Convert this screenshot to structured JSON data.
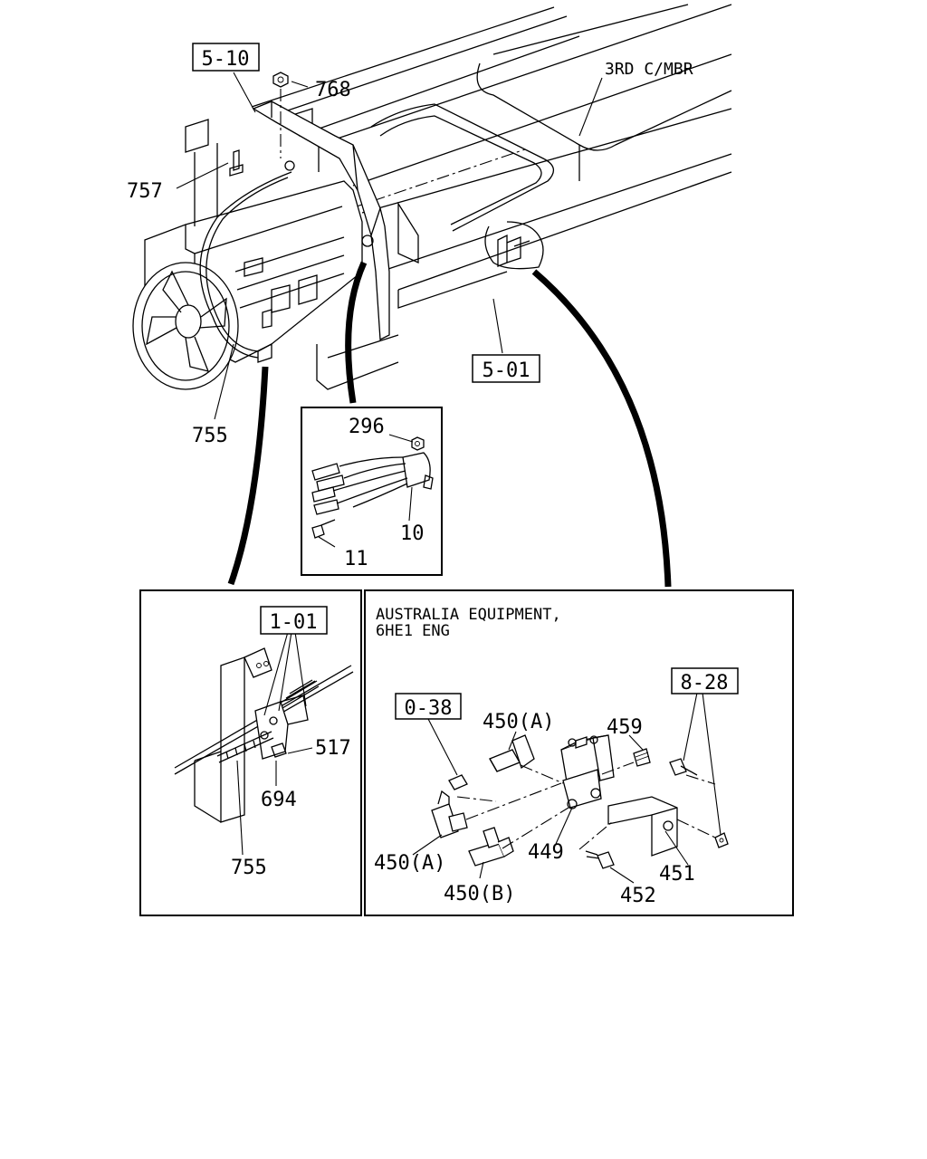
{
  "callouts": {
    "ref_5_10": "5-10",
    "ref_5_01": "5-01",
    "ref_1_01": "1-01",
    "ref_0_38": "0-38",
    "ref_8_28": "8-28",
    "p768": "768",
    "p757": "757",
    "p755_main": "755",
    "p3rd_mbr": "3RD C/MBR",
    "p296": "296",
    "p10": "10",
    "p11": "11",
    "p517": "517",
    "p694": "694",
    "p755_detail": "755",
    "p450a_top": "450(A)",
    "p459": "459",
    "p450a_left": "450(A)",
    "p449": "449",
    "p450b": "450(B)",
    "p451": "451",
    "p452": "452"
  },
  "note": {
    "line1": "AUSTRALIA EQUIPMENT,",
    "line2": "6HE1 ENG"
  }
}
